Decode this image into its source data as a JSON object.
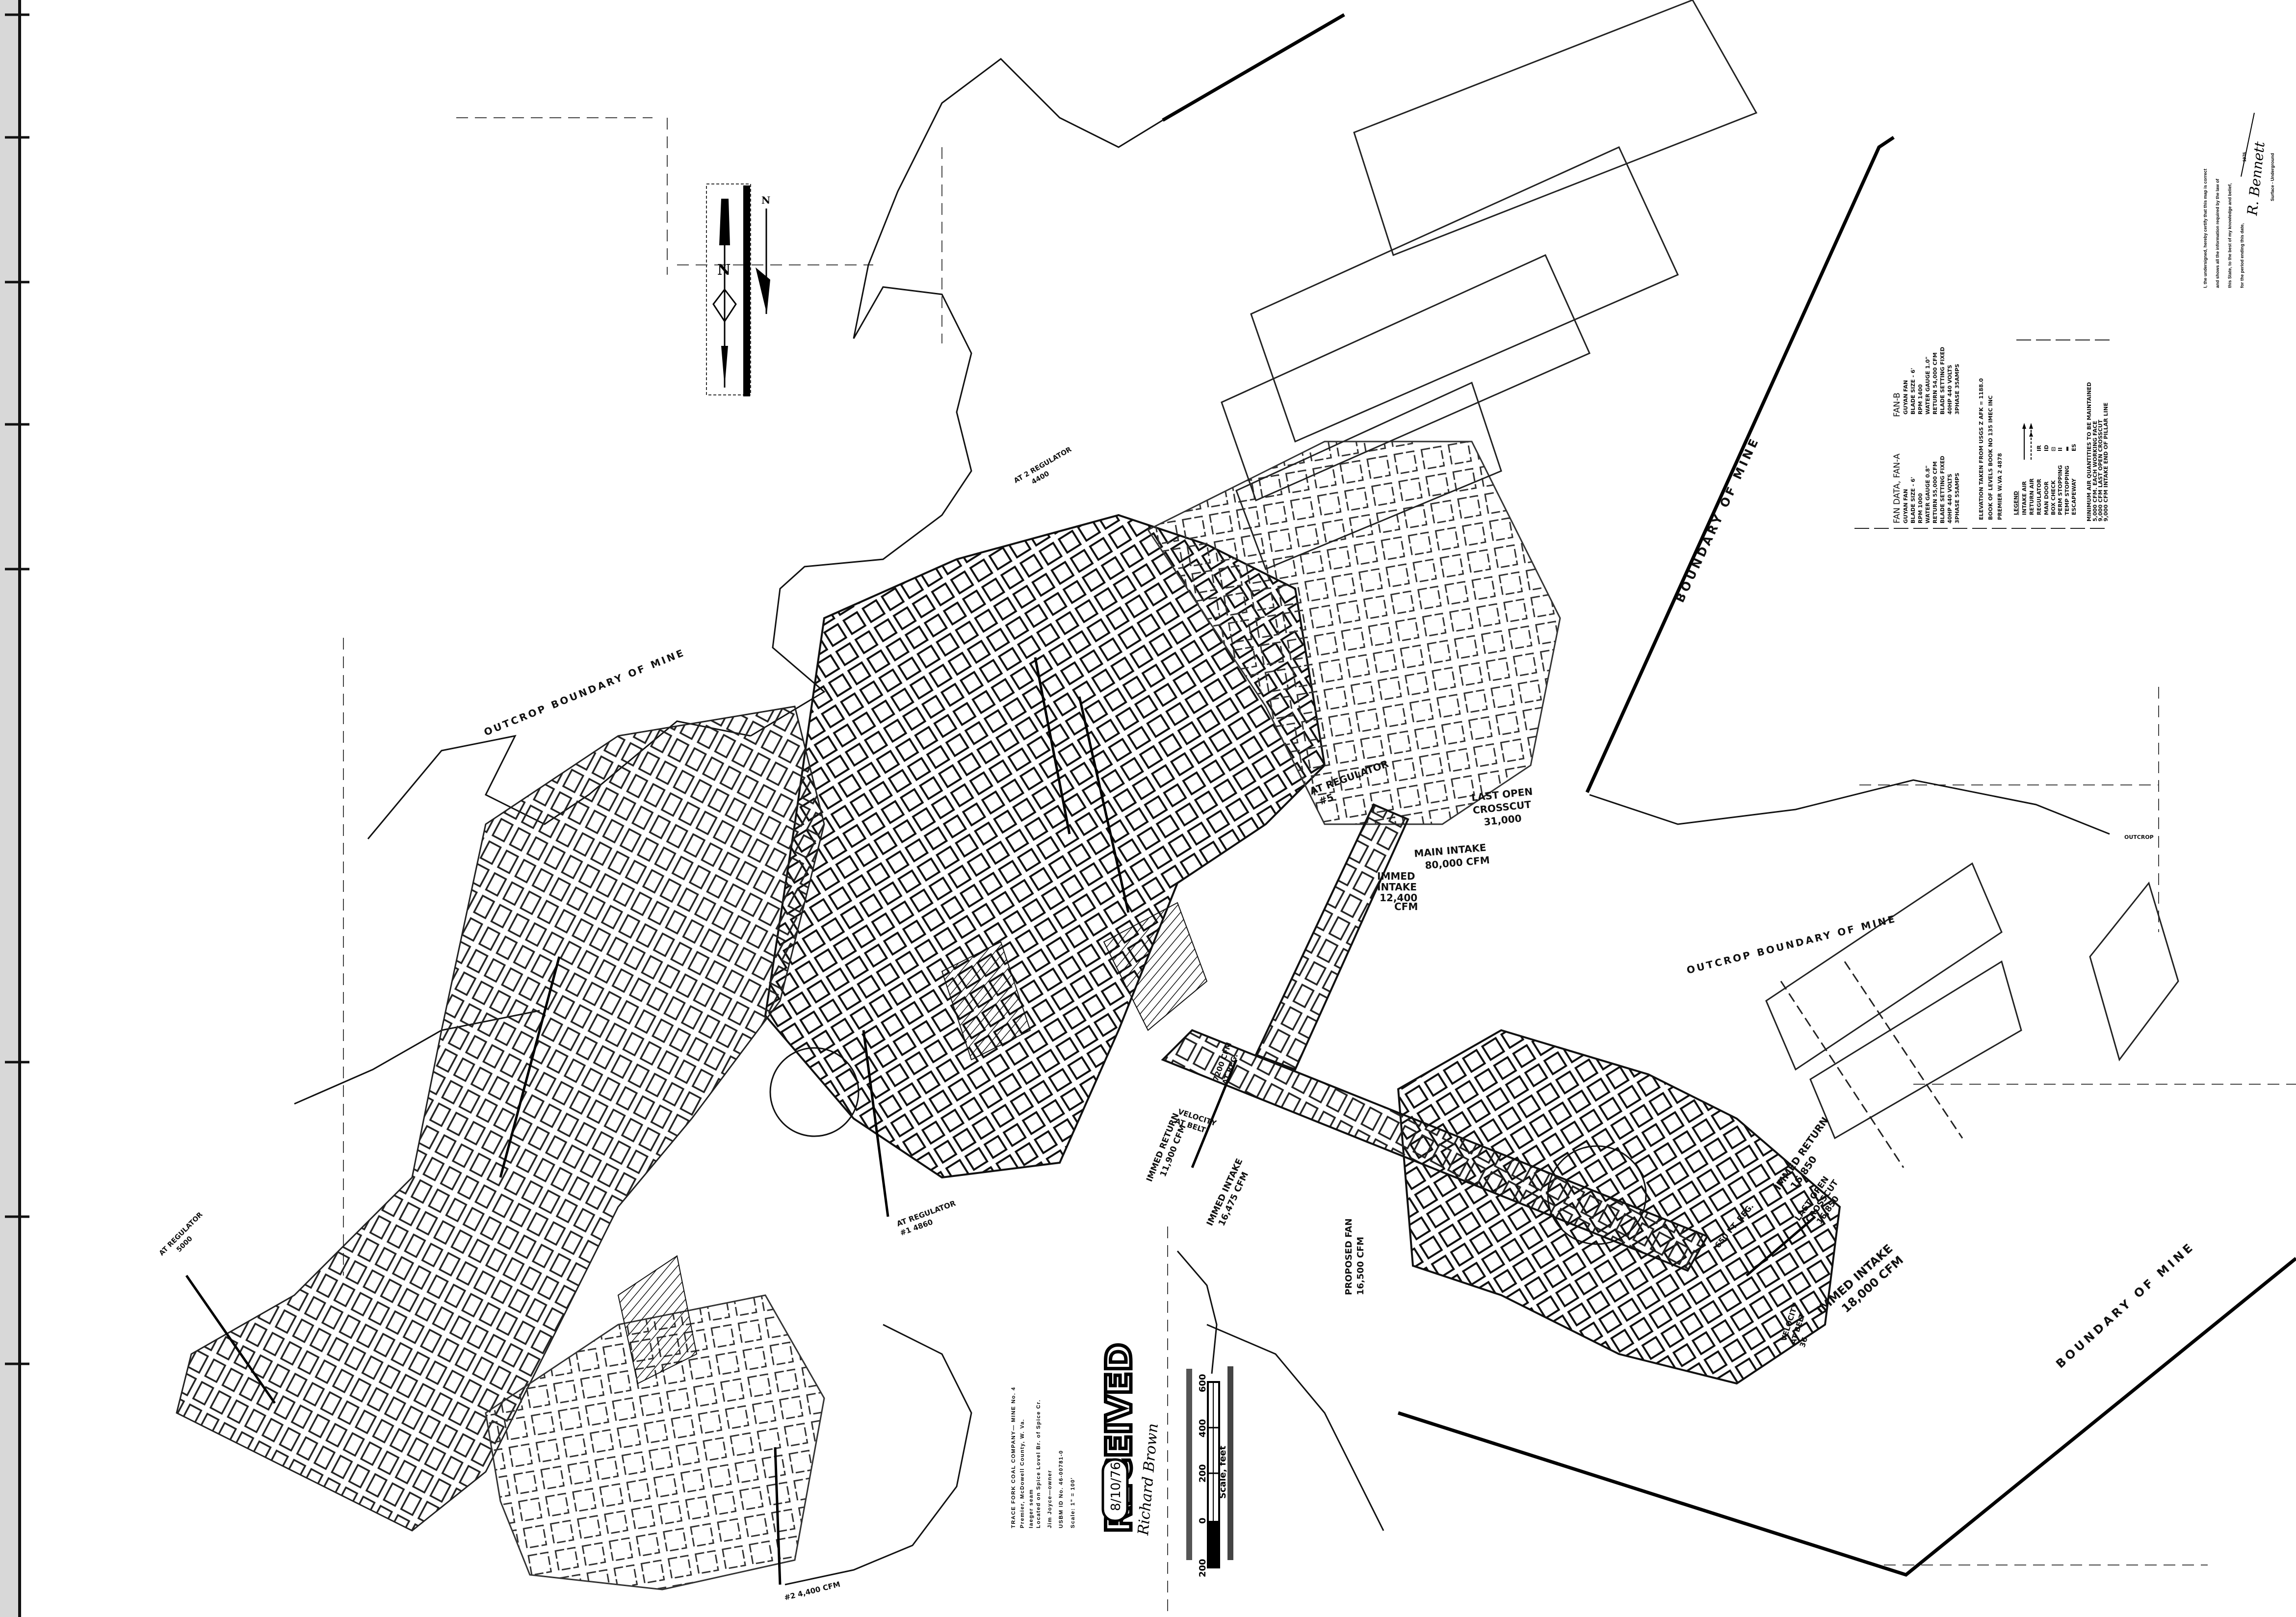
{
  "north_arrow": {
    "true_north": "N",
    "magnetic_north": "N"
  },
  "title_block": {
    "lines": [
      "TRACE FORK COAL COMPANY— MINE No. 4",
      "Premier, McDowell County, W. Va.",
      "Iaeger seam",
      "Located on Spice Lovel Br. of Spice Cr.",
      "Jim Joyce—owner",
      "USBM ID No. 46-00781-0",
      "Scale: 1\" = 100'"
    ]
  },
  "stamp": {
    "label": "RECEIVED",
    "date": "8/10/76",
    "signature": "Richard Brown"
  },
  "scale_bar": {
    "title": "Scale, feet",
    "ticks": [
      "200",
      "0",
      "200",
      "400",
      "600"
    ]
  },
  "fan_data": {
    "heading_a": "FAN DATA, FAN-A",
    "fan_a": [
      "GUYAN FAN",
      "BLADE SIZE - 6'",
      "RPM 1000",
      "WATER GAUGE 0.8\"",
      "RETURN 55,000 CFM",
      "BLADE SETTING FIXED",
      "40HP 440 VOLTS",
      "3PHASE 55AMPS"
    ],
    "heading_b": "FAN-B",
    "fan_b": [
      "GUYAN FAN",
      "BLADE SIZE - 6'",
      "RPM 1400",
      "WATER GAUGE 1.0\"",
      "RETURN 54,000 CFM",
      "BLADE SETTING FIXED",
      "40HP 440 VOLTS",
      "3PHASE 35AMPS"
    ]
  },
  "elevation": [
    "ELEVATION TAKEN FROM USGS Z AFK = 1188.0",
    "BOOK OF LEVELS BOOK NO 135 IMEC INC",
    "PREMIER W.VA 2 4878"
  ],
  "legend": {
    "heading": "LEGEND",
    "items": [
      {
        "label": "INTAKE AIR",
        "symbol": ""
      },
      {
        "label": "RETURN AIR",
        "symbol": ""
      },
      {
        "label": "REGULATOR",
        "symbol": "IR"
      },
      {
        "label": "MAN DOOR",
        "symbol": "ID"
      },
      {
        "label": "BOX CHECK",
        "symbol": "⊡"
      },
      {
        "label": "PERM STOPPING",
        "symbol": "II"
      },
      {
        "label": "TEMP STOPPING",
        "symbol": "▬"
      },
      {
        "label": "ESCAPEWAY",
        "symbol": "ES"
      }
    ]
  },
  "min_air": {
    "heading": "MINIMUM AIR QUANTITIES TO BE MAINTAINED",
    "lines": [
      "5,000 CFM. EACH WORKING FACE",
      "9,000 CFM LAST OPEN CROSSCUT",
      "9,000 CFM INTAKE END OF PILLAR LINE"
    ]
  },
  "certification": {
    "lines": [
      "I, the undersigned, hereby certify that this map is correct",
      "and shows all the information required by the law of",
      "this State, to the best of my knowledge and belief,",
      "for the period ending this date,",
      "Surface - Underground"
    ],
    "date": "1976",
    "signature": "R. Bennett"
  },
  "map_labels": {
    "boundary_upper": "BOUNDARY OF MINE",
    "boundary_lower": "BOUNDARY OF MINE",
    "outcrop_left": "OUTCROP BOUNDARY OF MINE",
    "outcrop_right": "OUTCROP BOUNDARY OF MINE",
    "reg5": [
      "AT REGULATOR",
      "#5"
    ],
    "last_open_31": [
      "LAST OPEN",
      "CROSSCUT",
      "31,000"
    ],
    "main_intake": [
      "MAIN INTAKE",
      "80,000 CFM"
    ],
    "immed_intake_12400": [
      "IMMED",
      "INTAKE",
      "12,400",
      "CFM"
    ],
    "immed_return_16850": [
      "IMMED RETURN",
      "16,850"
    ],
    "last_open_16850": [
      "LAST OPEN",
      "CROSSCUT",
      "16,850"
    ],
    "immed_intake_18000": [
      "IMMED INTAKE",
      "18,000 CFM"
    ],
    "velocity_belt_36": [
      "VELOCITY",
      "AT BELT",
      "36"
    ],
    "reg_650": "650 FT. REG.",
    "immed_return_11900": [
      "IMMED RETURN",
      "11,900 CFM"
    ],
    "velocity_belt": [
      "VELOCITY",
      "AT BELT"
    ],
    "immed_intake_16475": [
      "IMMED INTAKE",
      "16,475 CFM"
    ],
    "reg_7200": [
      "7200 CFM",
      "AT REG."
    ],
    "proposed_fan": [
      "PROPOSED FAN",
      "16,500 CFM"
    ],
    "reg1": [
      "AT REGULATOR",
      "#1 4860"
    ],
    "reg2": "#2 4,400 CFM",
    "reg_5000": [
      "AT REGULATOR",
      "5000"
    ],
    "reg_4400": [
      "AT 2 REGULATOR",
      "4400"
    ],
    "outcrop_tag": "OUTCROP"
  }
}
